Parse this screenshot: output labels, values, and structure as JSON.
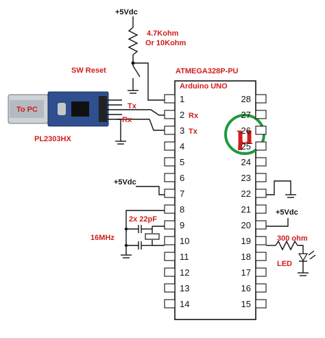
{
  "labels": {
    "vcc_top": "+5Vdc",
    "resistor_value_1": "4.7Kohm",
    "resistor_value_2": "Or 10Kohm",
    "sw_reset": "SW Reset",
    "chip_name": "ATMEGA328P-PU",
    "board_name": "Arduino UNO",
    "to_pc": "To PC",
    "tx_left": "Tx",
    "rx_left": "Rx",
    "rx_pin": "Rx",
    "tx_pin": "Tx",
    "usb_module": "PL2303HX",
    "vcc_left": "+5Vdc",
    "cap_value": "2x 22pF",
    "crystal": "16MHz",
    "vcc_right": "+5Vdc",
    "led_resistor": "300 ohm",
    "led": "LED",
    "logo_glyph": "μ"
  },
  "pins_left": [
    "1",
    "2",
    "3",
    "4",
    "5",
    "6",
    "7",
    "8",
    "9",
    "10",
    "11",
    "12",
    "13",
    "14"
  ],
  "pins_right": [
    "28",
    "27",
    "26",
    "25",
    "24",
    "23",
    "22",
    "21",
    "20",
    "19",
    "18",
    "17",
    "16",
    "15"
  ],
  "colors": {
    "label_red": "#d01c1c",
    "wire": "#111111",
    "logo_ring": "#1e9a3c",
    "logo_glyph": "#d01c1c",
    "usb_board": "#2f4f8f"
  }
}
